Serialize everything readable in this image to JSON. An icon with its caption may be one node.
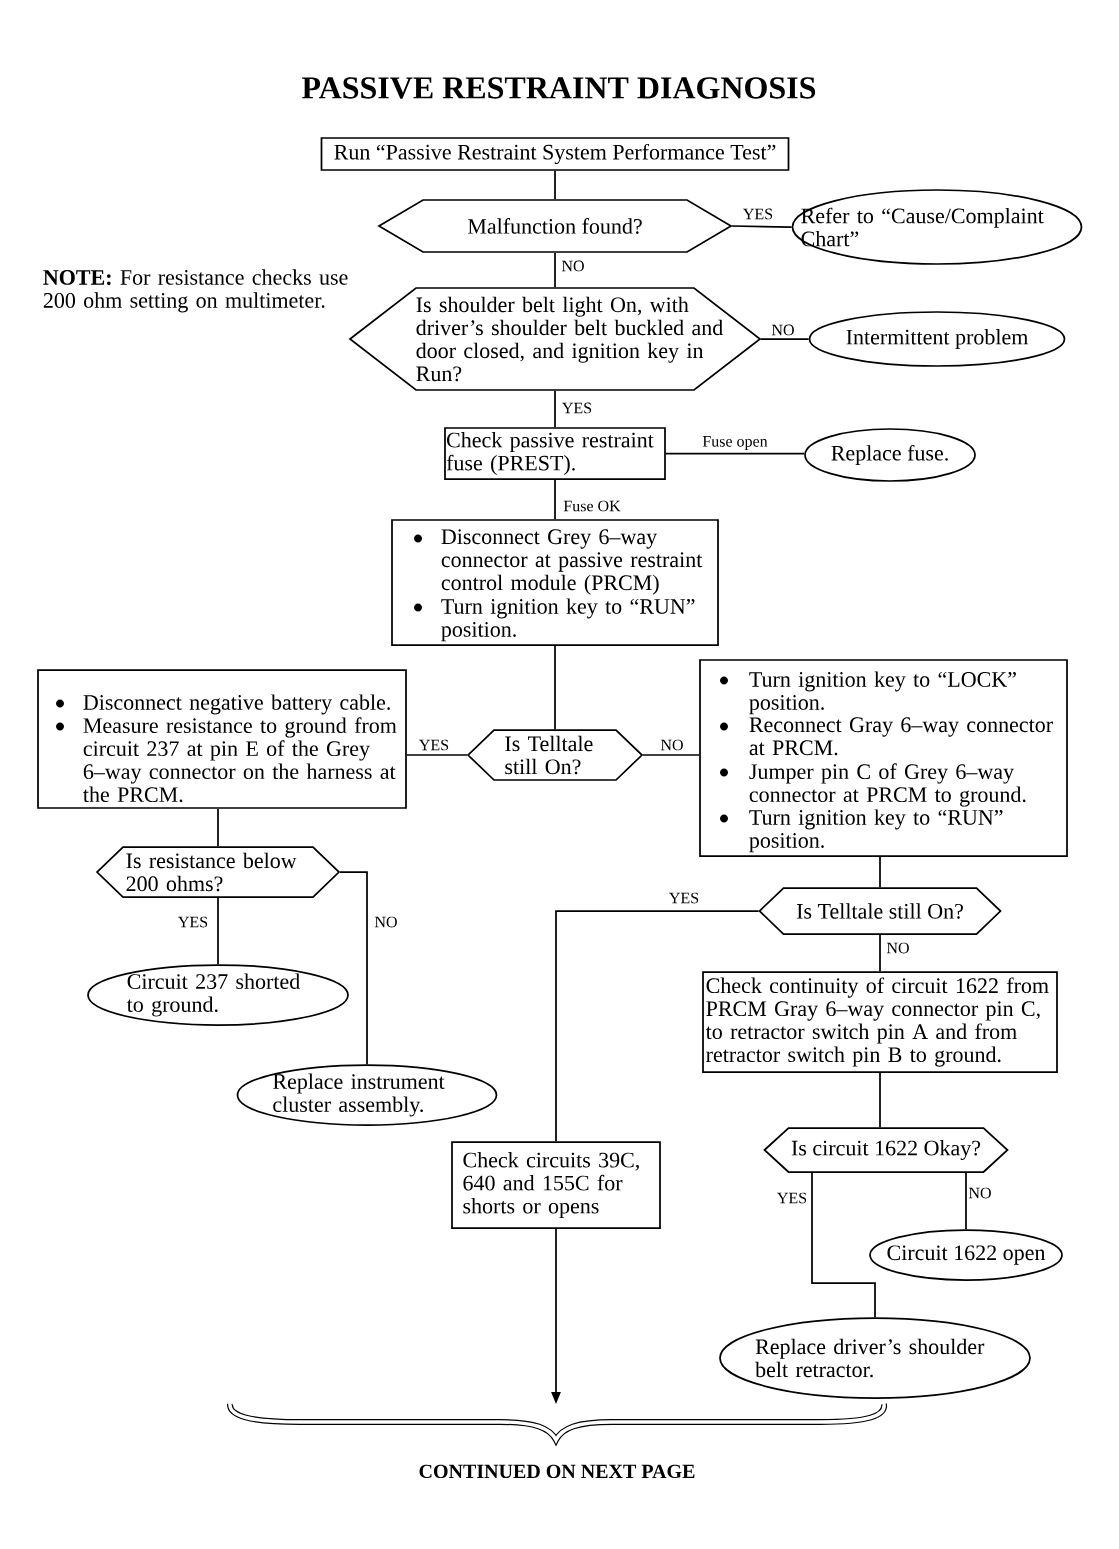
{
  "diagram": {
    "title": "PASSIVE RESTRAINT DIAGNOSIS",
    "nodes": [
      {
        "text": [
          "Run “Passive Restraint System Performance Test”"
        ]
      },
      {
        "text": [
          "Malfunction found?"
        ]
      },
      {
        "text": [
          "Refer to “Cause/Complaint Chart”"
        ]
      },
      {
        "text": [
          "Is shoulder belt light On, with driver’s shoulder belt buckled and door closed, and ignition key in Run?"
        ]
      },
      {
        "text": [
          "Intermittent problem"
        ]
      },
      {
        "text": [
          "Check passive restraint fuse (PREST)."
        ]
      },
      {
        "text": [
          "Replace fuse."
        ]
      },
      {
        "text": [
          "Disconnect Grey 6–way connector at passive restraint control module (PRCM)",
          "Turn ignition key to “RUN” position."
        ]
      },
      {
        "text": [
          "Disconnect negative battery cable.",
          "Measure resistance to ground from circuit 237 at pin E of the Grey 6–way connector on the harness at the PRCM."
        ]
      },
      {
        "text": [
          "Is Telltale still On?"
        ]
      },
      {
        "text": [
          "Turn ignition key to “LOCK” position.",
          "Reconnect Gray 6–way connector at PRCM.",
          "Jumper pin C of Grey 6–way connector at PRCM to ground.",
          "Turn ignition key to “RUN” position."
        ]
      },
      {
        "text": [
          "Is resistance below 200 ohms?"
        ]
      },
      {
        "text": [
          "Circuit 237 shorted to ground."
        ]
      },
      {
        "text": [
          "Replace instrument cluster assembly."
        ]
      },
      {
        "text": [
          "Is Telltale still On?"
        ]
      },
      {
        "text": [
          "Check continuity of circuit 1622 from PRCM Gray 6–way connector pin C, to retractor switch pin A and from retractor switch pin B to ground."
        ]
      },
      {
        "text": [
          "Check circuits 39C, 640 and 155C for shorts or opens"
        ]
      },
      {
        "text": [
          "Is circuit 1622 Okay?"
        ]
      },
      {
        "text": [
          "Circuit 1622 open"
        ]
      },
      {
        "text": [
          "Replace driver’s shoulder belt retractor."
        ]
      },
      {
        "text": [
          "CONTINUED ON NEXT PAGE"
        ]
      }
    ],
    "edges": [
      {
        "from": 0,
        "to": 1,
        "arrow": "none"
      },
      {
        "from": 1,
        "to": 2,
        "arrow": "none",
        "label": "YES"
      },
      {
        "from": 1,
        "to": 3,
        "arrow": "none",
        "label": "NO"
      },
      {
        "from": 3,
        "to": 4,
        "arrow": "none",
        "label": "NO"
      },
      {
        "from": 3,
        "to": 5,
        "arrow": "none",
        "label": "YES"
      },
      {
        "from": 5,
        "to": 6,
        "arrow": "none",
        "label": "Fuse open"
      },
      {
        "from": 5,
        "to": 7,
        "arrow": "none",
        "label": "Fuse OK"
      },
      {
        "from": 7,
        "to": 9,
        "arrow": "none"
      },
      {
        "from": 9,
        "to": 8,
        "arrow": "none",
        "label": "YES"
      },
      {
        "from": 9,
        "to": 10,
        "arrow": "none",
        "label": "NO"
      },
      {
        "from": 8,
        "to": 11,
        "arrow": "none"
      },
      {
        "from": 11,
        "to": 12,
        "arrow": "none",
        "label": "YES"
      },
      {
        "from": 11,
        "to": 13,
        "arrow": "none",
        "label": "NO"
      },
      {
        "from": 10,
        "to": 14,
        "arrow": "none"
      },
      {
        "from": 14,
        "to": 16,
        "arrow": "none",
        "label": "YES"
      },
      {
        "from": 14,
        "to": 15,
        "arrow": "none",
        "label": "NO"
      },
      {
        "from": 15,
        "to": 17,
        "arrow": "none"
      },
      {
        "from": 17,
        "to": 18,
        "arrow": "none",
        "label": "NO"
      },
      {
        "from": 17,
        "to": 19,
        "arrow": "none",
        "label": "YES"
      },
      {
        "from": 16,
        "to": 20,
        "arrow": "to"
      }
    ],
    "labels": [
      "**NOTE:** For resistance checks use 200 ohm setting on multimeter."
    ]
  }
}
